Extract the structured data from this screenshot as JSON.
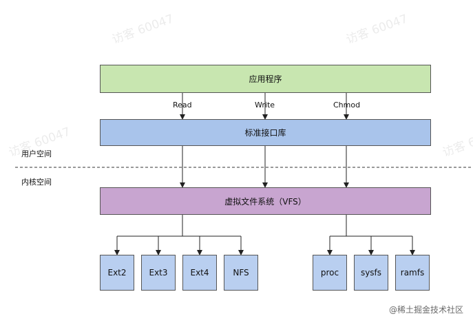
{
  "watermark": "访客 60047",
  "credit": "@稀土掘金技术社区",
  "layers": {
    "user_space": "用户空间",
    "kernel_space": "内核空间"
  },
  "boxes": {
    "app": "应用程序",
    "stdlib": "标准接口库",
    "vfs": "虚拟文件系统（VFS）"
  },
  "calls": [
    "Read",
    "Write",
    "Chmod"
  ],
  "filesystems_left": [
    "Ext2",
    "Ext3",
    "Ext4",
    "NFS"
  ],
  "filesystems_right": [
    "proc",
    "sysfs",
    "ramfs"
  ],
  "colors": {
    "app": "#c8e6b0",
    "stdlib": "#a9c4eb",
    "vfs": "#c8a5d0",
    "fs": "#b9cff0",
    "line": "#222222"
  }
}
